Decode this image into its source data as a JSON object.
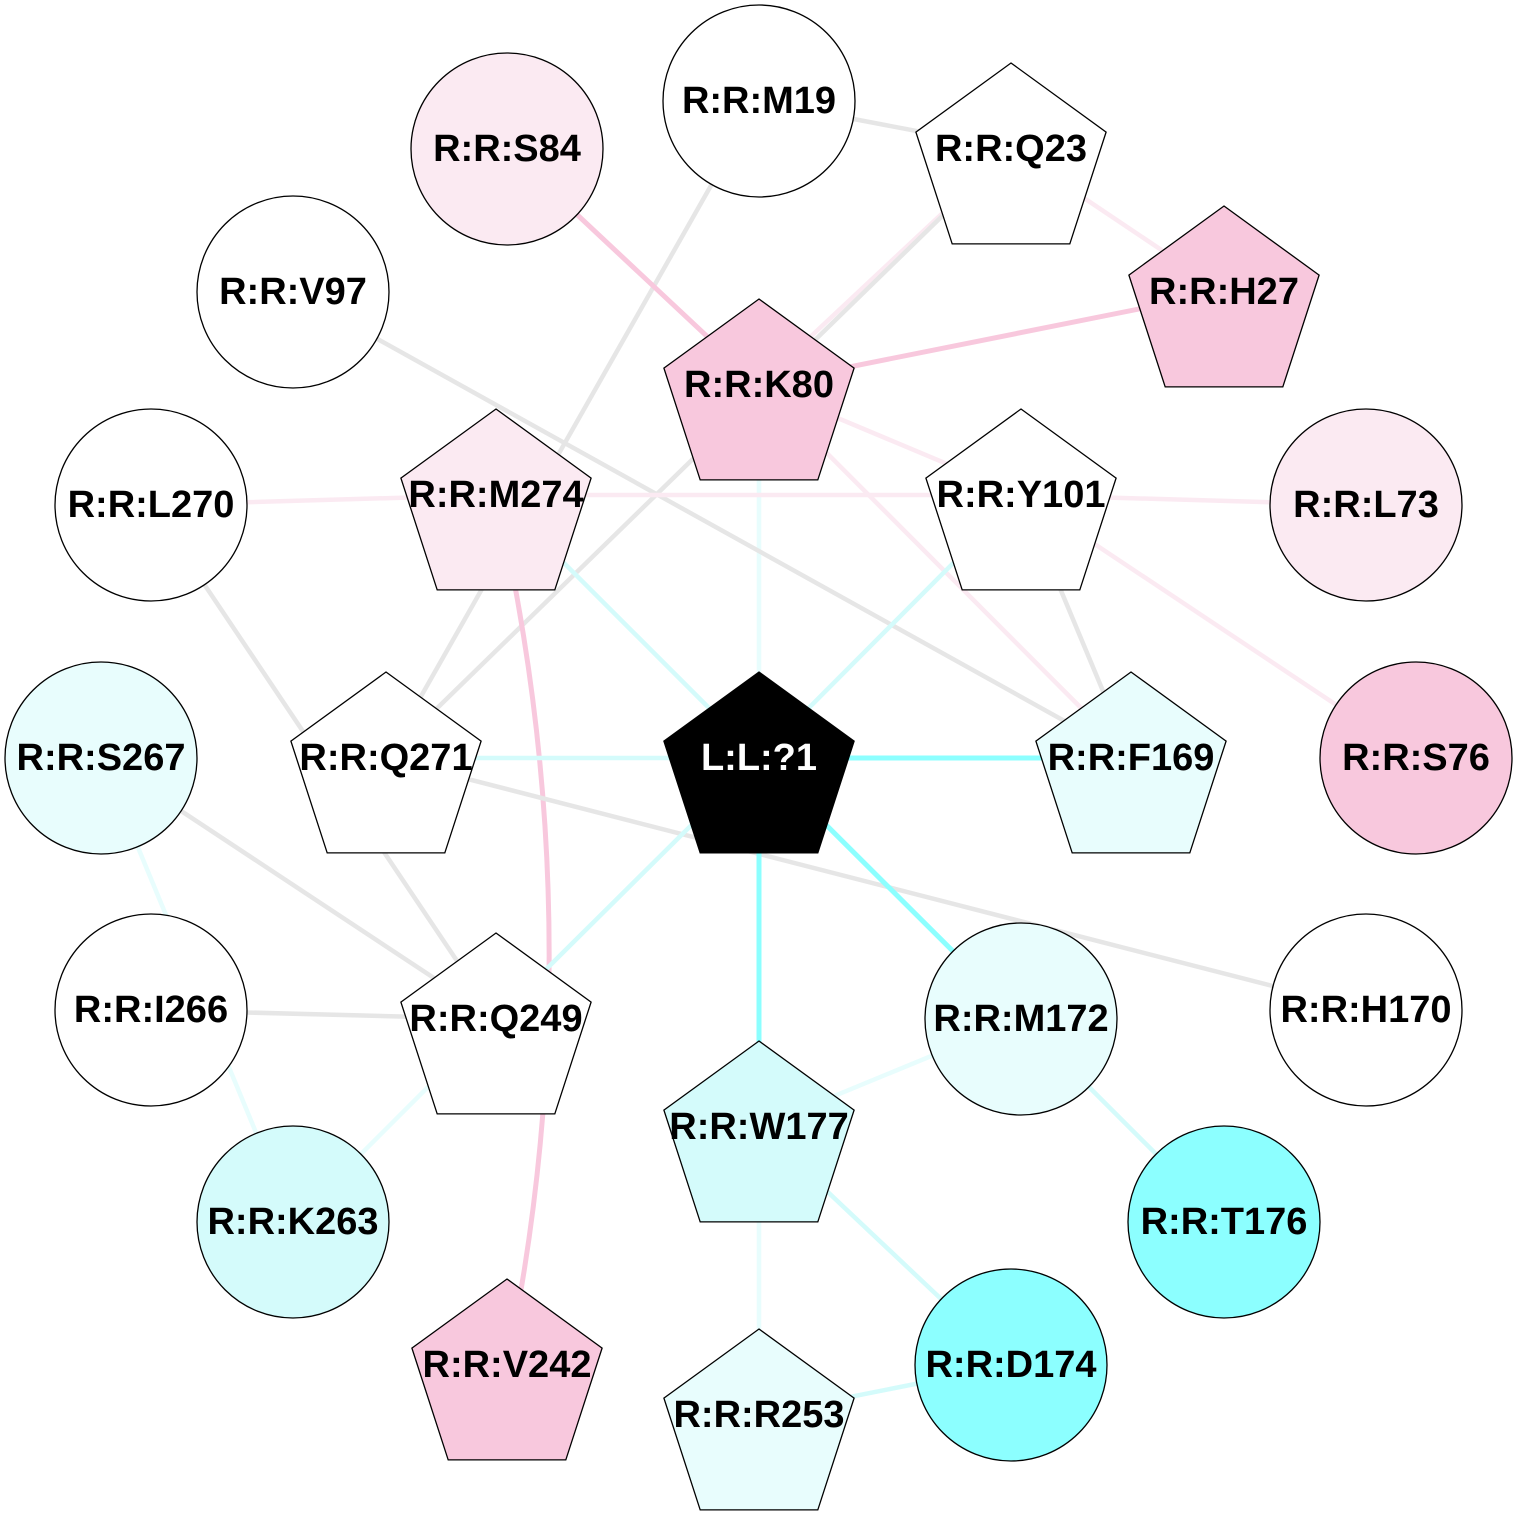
{
  "nodes": [
    {
      "id": "L:L:?1",
      "shape": "pentagon",
      "fill": "#000000",
      "text_color": "#ffffff"
    },
    {
      "id": "R:R:M19",
      "shape": "circle",
      "fill": "#ffffff"
    },
    {
      "id": "R:R:S84",
      "shape": "circle",
      "fill": "#fbeaf2"
    },
    {
      "id": "R:R:Q23",
      "shape": "pentagon",
      "fill": "#ffffff"
    },
    {
      "id": "R:R:H27",
      "shape": "pentagon",
      "fill": "#f8c8dd"
    },
    {
      "id": "R:R:V97",
      "shape": "circle",
      "fill": "#ffffff"
    },
    {
      "id": "R:R:K80",
      "shape": "pentagon",
      "fill": "#f8c8dd"
    },
    {
      "id": "R:R:L270",
      "shape": "circle",
      "fill": "#ffffff"
    },
    {
      "id": "R:R:M274",
      "shape": "pentagon",
      "fill": "#fbeaf2"
    },
    {
      "id": "R:R:Y101",
      "shape": "pentagon",
      "fill": "#ffffff"
    },
    {
      "id": "R:R:L73",
      "shape": "circle",
      "fill": "#fbeaf2"
    },
    {
      "id": "R:R:S267",
      "shape": "circle",
      "fill": "#e8fdfd"
    },
    {
      "id": "R:R:Q271",
      "shape": "pentagon",
      "fill": "#ffffff"
    },
    {
      "id": "R:R:F169",
      "shape": "pentagon",
      "fill": "#e8fdfd"
    },
    {
      "id": "R:R:S76",
      "shape": "circle",
      "fill": "#f8c8dd"
    },
    {
      "id": "R:R:I266",
      "shape": "circle",
      "fill": "#ffffff"
    },
    {
      "id": "R:R:Q249",
      "shape": "pentagon",
      "fill": "#ffffff"
    },
    {
      "id": "R:R:M172",
      "shape": "circle",
      "fill": "#e8fdfd"
    },
    {
      "id": "R:R:H170",
      "shape": "circle",
      "fill": "#ffffff"
    },
    {
      "id": "R:R:W177",
      "shape": "pentagon",
      "fill": "#d4fbfb"
    },
    {
      "id": "R:R:K263",
      "shape": "circle",
      "fill": "#d4fbfb"
    },
    {
      "id": "R:R:T176",
      "shape": "circle",
      "fill": "#8cffff"
    },
    {
      "id": "R:R:V242",
      "shape": "pentagon",
      "fill": "#f8c8dd"
    },
    {
      "id": "R:R:R253",
      "shape": "pentagon",
      "fill": "#e8fdfd"
    },
    {
      "id": "R:R:D174",
      "shape": "circle",
      "fill": "#8cffff"
    }
  ],
  "edges": [
    {
      "source": "R:R:M19",
      "target": "R:R:Q23",
      "color": "#e6e6e6",
      "weight": "medium"
    },
    {
      "source": "R:R:M19",
      "target": "R:R:Q271",
      "color": "#e6e6e6",
      "weight": "medium"
    },
    {
      "source": "R:R:Q23",
      "target": "R:R:H27",
      "color": "#fbeaf2",
      "weight": "medium"
    },
    {
      "source": "R:R:Q23",
      "target": "R:R:K80",
      "color": "#fbeaf2",
      "weight": "medium"
    },
    {
      "source": "R:R:Q23",
      "target": "R:R:Q271",
      "color": "#e6e6e6",
      "weight": "medium"
    },
    {
      "source": "R:R:S84",
      "target": "R:R:K80",
      "color": "#f8c8dd",
      "weight": "heavy"
    },
    {
      "source": "R:R:H27",
      "target": "R:R:K80",
      "color": "#f8c8dd",
      "weight": "heavy"
    },
    {
      "source": "R:R:K80",
      "target": "L:L:?1",
      "color": "#e8fdfd",
      "weight": "medium"
    },
    {
      "source": "R:R:K80",
      "target": "R:R:Y101",
      "color": "#fbeaf2",
      "weight": "medium"
    },
    {
      "source": "R:R:K80",
      "target": "R:R:F169",
      "color": "#fbeaf2",
      "weight": "medium"
    },
    {
      "source": "R:R:V97",
      "target": "R:R:F169",
      "color": "#e6e6e6",
      "weight": "medium"
    },
    {
      "source": "R:R:L270",
      "target": "R:R:M274",
      "color": "#fbeaf2",
      "weight": "medium"
    },
    {
      "source": "R:R:L270",
      "target": "R:R:Q249",
      "color": "#e6e6e6",
      "weight": "medium"
    },
    {
      "source": "R:R:M274",
      "target": "R:R:Y101",
      "color": "#fbeaf2",
      "weight": "medium"
    },
    {
      "source": "R:R:M274",
      "target": "L:L:?1",
      "color": "#d4fbfb",
      "weight": "medium"
    },
    {
      "source": "R:R:M274",
      "target": "R:R:V242",
      "color": "#f8c8dd",
      "weight": "heavy",
      "curved": true
    },
    {
      "source": "R:R:Y101",
      "target": "R:R:L73",
      "color": "#fbeaf2",
      "weight": "medium"
    },
    {
      "source": "R:R:Y101",
      "target": "L:L:?1",
      "color": "#d4fbfb",
      "weight": "medium"
    },
    {
      "source": "R:R:Y101",
      "target": "R:R:F169",
      "color": "#e6e6e6",
      "weight": "medium"
    },
    {
      "source": "R:R:Y101",
      "target": "R:R:S76",
      "color": "#fbeaf2",
      "weight": "medium"
    },
    {
      "source": "R:R:Q271",
      "target": "L:L:?1",
      "color": "#d4fbfb",
      "weight": "medium"
    },
    {
      "source": "R:R:Q271",
      "target": "R:R:H170",
      "color": "#e6e6e6",
      "weight": "medium"
    },
    {
      "source": "L:L:?1",
      "target": "R:R:F169",
      "color": "#8cffff",
      "weight": "heavy"
    },
    {
      "source": "L:L:?1",
      "target": "R:R:M172",
      "color": "#8cffff",
      "weight": "heavy"
    },
    {
      "source": "L:L:?1",
      "target": "R:R:W177",
      "color": "#8cffff",
      "weight": "heavy"
    },
    {
      "source": "L:L:?1",
      "target": "R:R:Q249",
      "color": "#d4fbfb",
      "weight": "medium"
    },
    {
      "source": "R:R:S267",
      "target": "R:R:Q249",
      "color": "#e6e6e6",
      "weight": "medium"
    },
    {
      "source": "R:R:S267",
      "target": "R:R:K263",
      "color": "#e8fdfd",
      "weight": "medium"
    },
    {
      "source": "R:R:I266",
      "target": "R:R:Q249",
      "color": "#e6e6e6",
      "weight": "medium"
    },
    {
      "source": "R:R:Q249",
      "target": "R:R:K263",
      "color": "#e8fdfd",
      "weight": "medium"
    },
    {
      "source": "R:R:M172",
      "target": "R:R:W177",
      "color": "#e8fdfd",
      "weight": "medium"
    },
    {
      "source": "R:R:M172",
      "target": "R:R:T176",
      "color": "#d4fbfb",
      "weight": "medium"
    },
    {
      "source": "R:R:W177",
      "target": "R:R:D174",
      "color": "#d4fbfb",
      "weight": "medium"
    },
    {
      "source": "R:R:W177",
      "target": "R:R:R253",
      "color": "#e8fdfd",
      "weight": "medium"
    },
    {
      "source": "R:R:R253",
      "target": "R:R:D174",
      "color": "#d4fbfb",
      "weight": "medium"
    }
  ]
}
